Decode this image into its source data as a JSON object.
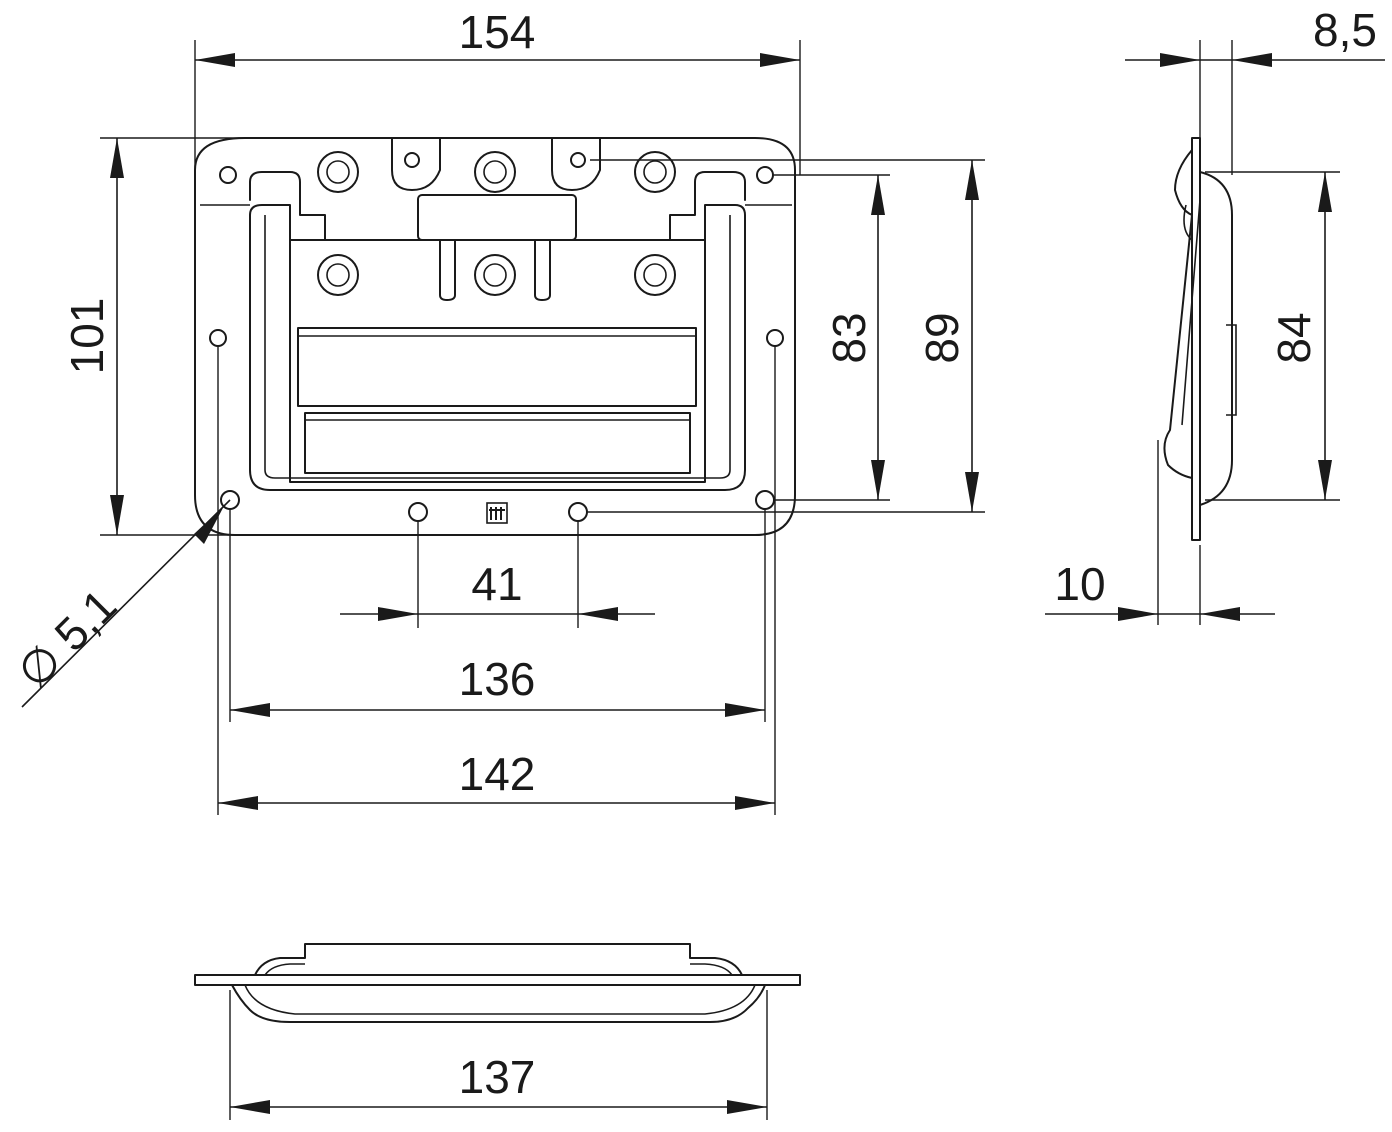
{
  "dimensions": {
    "overall_width": "154",
    "overall_height": "101",
    "inner_height": "83",
    "hole_height": "89",
    "center_hole_spacing": "41",
    "outer_hole_spacing": "136",
    "edge_hole_spacing": "142",
    "hole_diameter": "∅ 5,1",
    "side_top_thickness": "8,5",
    "side_depth": "84",
    "side_bottom_thickness": "10",
    "bottom_width": "137"
  },
  "colors": {
    "line": "#1a1a1a",
    "background": "#ffffff"
  }
}
